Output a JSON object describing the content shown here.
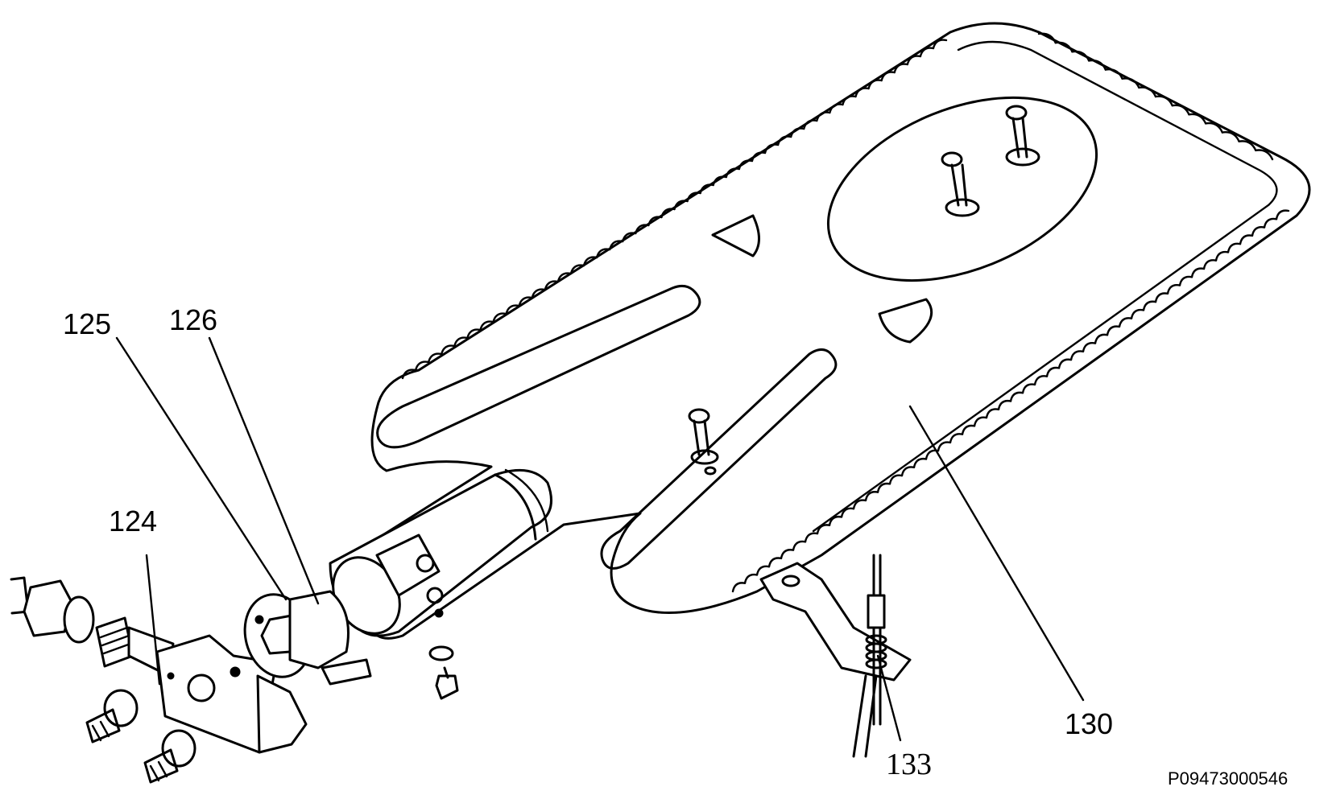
{
  "diagram": {
    "callouts": [
      {
        "id": "125",
        "label": "125"
      },
      {
        "id": "126",
        "label": "126"
      },
      {
        "id": "124",
        "label": "124"
      },
      {
        "id": "130",
        "label": "130"
      },
      {
        "id": "133",
        "label": "133"
      }
    ],
    "drawing_code": "P09473000546"
  }
}
